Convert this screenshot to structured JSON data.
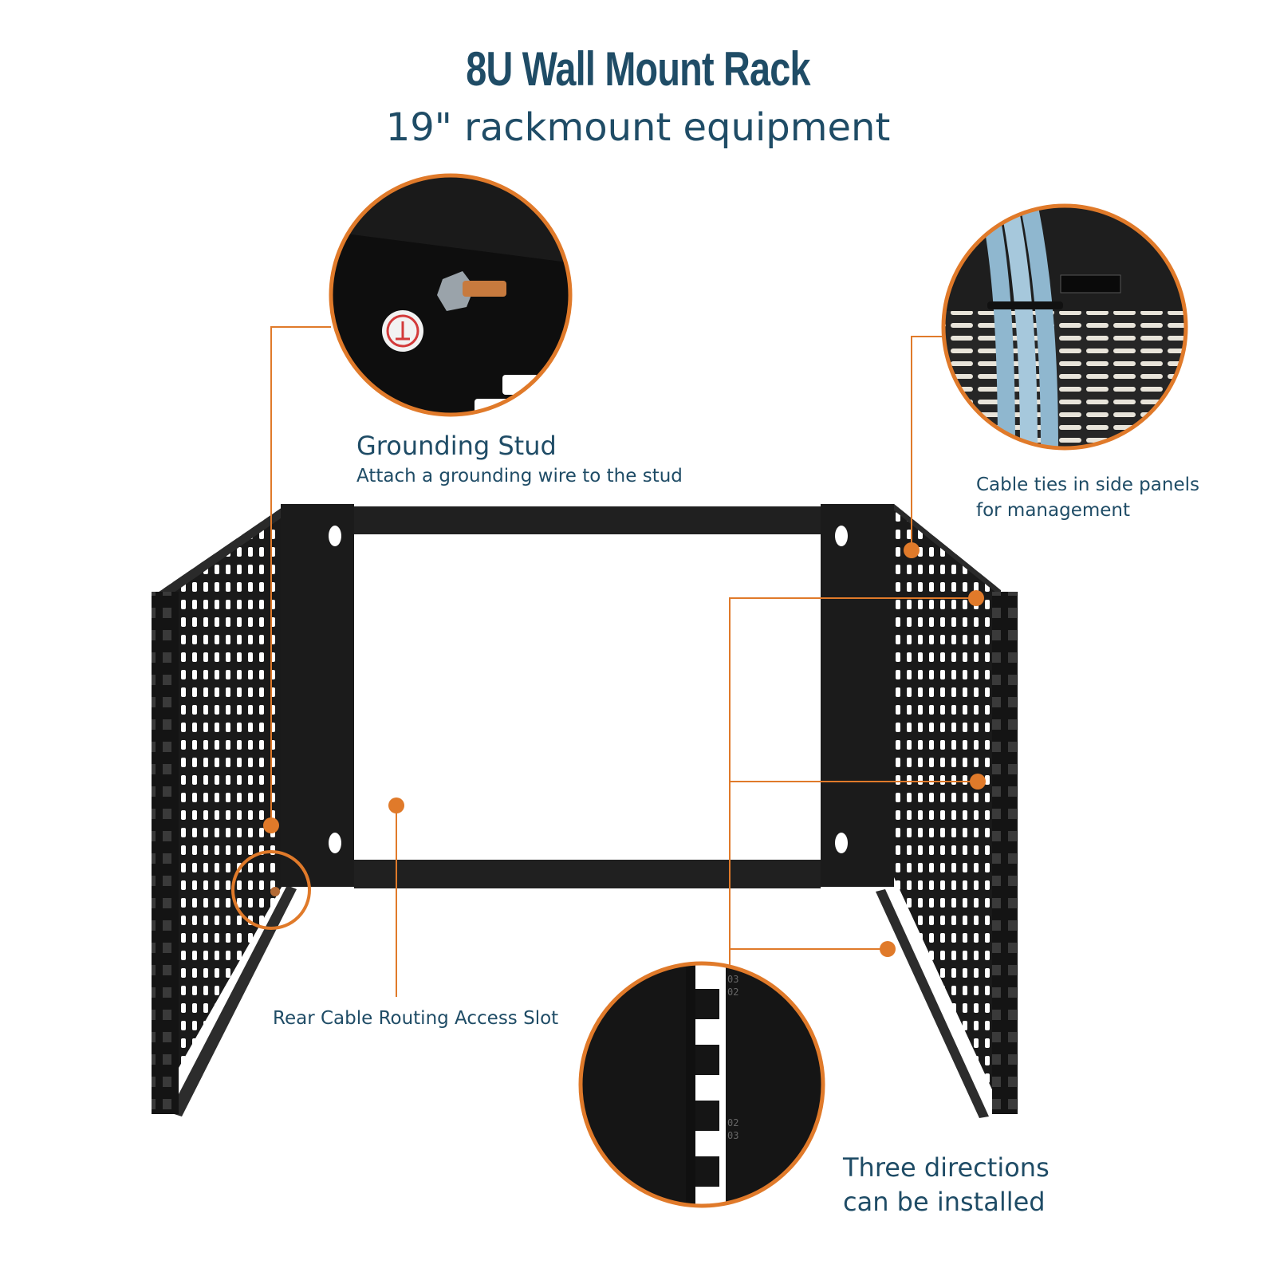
{
  "header": {
    "title": "8U Wall Mount Rack",
    "subtitle": "19\" rackmount equipment"
  },
  "callouts": {
    "grounding": {
      "title": "Grounding Stud",
      "text": "Attach a grounding wire to the stud"
    },
    "cable_ties": {
      "line1": "Cable ties in side panels",
      "line2": "for management"
    },
    "rear_slot": {
      "text": "Rear Cable Routing Access Slot"
    },
    "directions": {
      "line1": "Three directions",
      "line2": "can be installed"
    }
  },
  "colors": {
    "accent": "#e07a2a",
    "text": "#1f4c66",
    "rack": "#1c1c1c"
  },
  "rail_labels": {
    "detail_top": "03",
    "detail_top2": "02",
    "detail_bottom": "02",
    "detail_bottom2": "03"
  }
}
